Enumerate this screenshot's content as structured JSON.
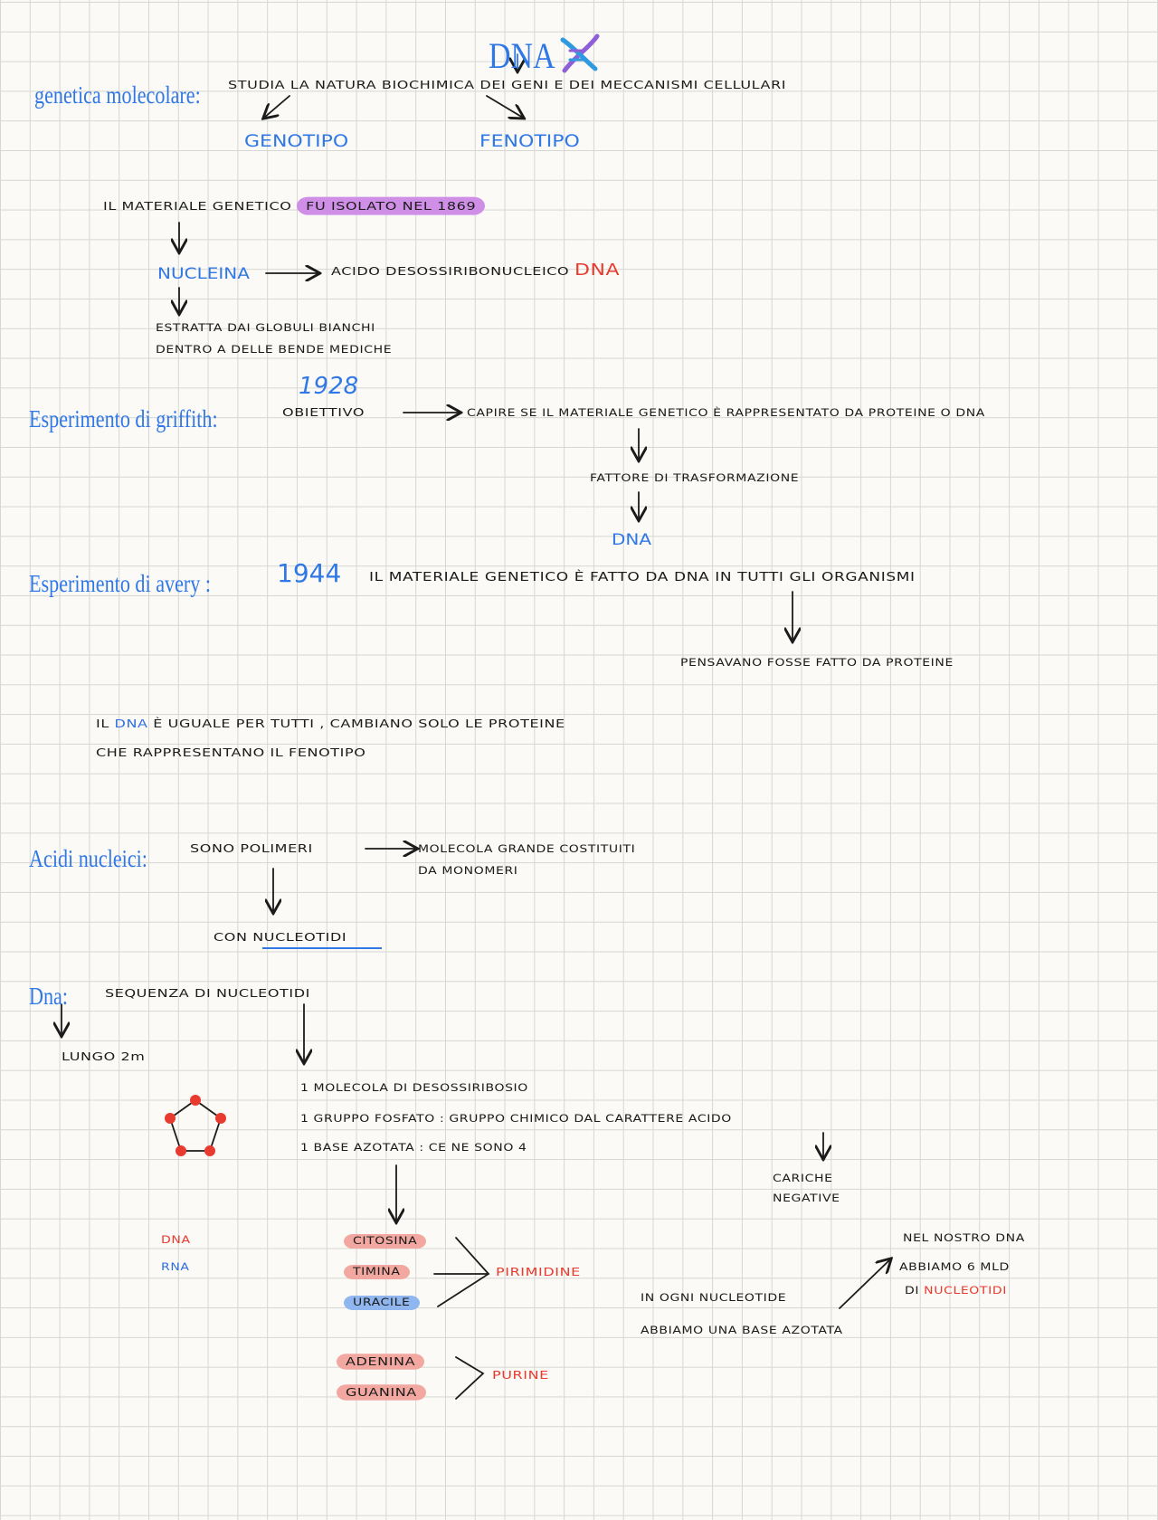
{
  "title": "DNA",
  "genetica": {
    "label": "genetica molecolare:",
    "text": "STUDIA LA NATURA BIOCHIMICA DEI GENI E DEI MECCANISMI CELLULARI",
    "left": "GENOTIPO",
    "right": "FENOTIPO"
  },
  "materiale": {
    "line_prefix": "IL MATERIALE GENETICO",
    "line_highlight": "FU ISOLATO NEL 1869",
    "nucleina": "NUCLEINA",
    "acido": "ACIDO DESOSSIRIBONUCLEICO",
    "acido_red": "DNA",
    "estratta_1": "ESTRATTA DAI GLOBULI BIANCHI",
    "estratta_2": "DENTRO A DELLE BENDE MEDICHE"
  },
  "griffith": {
    "label": "Esperimento di griffith:",
    "year": "1928",
    "obiettivo": "OBIETTIVO",
    "capire": "CAPIRE SE IL MATERIALE GENETICO È RAPPRESENTATO DA PROTEINE O DNA",
    "fattore": "FATTORE DI TRASFORMAZIONE",
    "dna": "DNA"
  },
  "avery": {
    "label": "Esperimento di avery :",
    "year": "1944",
    "text": "IL MATERIALE GENETICO È FATTO DA DNA IN TUTTI GLI ORGANISMI",
    "pensavano": "PENSAVANO FOSSE FATTO DA PROTEINE"
  },
  "uguale": {
    "prefix": "IL",
    "dna": "DNA",
    "rest": "È UGUALE PER TUTTI , CAMBIANO SOLO LE PROTEINE",
    "line2": "CHE RAPPRESENTANO IL FENOTIPO"
  },
  "acidi": {
    "label": "Acidi nucleici:",
    "polimeri": "SONO POLIMERI",
    "molecola_1": "MOLECOLA GRANDE COSTITUITI",
    "molecola_2": "DA MONOMERI",
    "con": "CON",
    "nucleotidi": "NUCLEOTIDI"
  },
  "dna_section": {
    "label": "Dna:",
    "sequenza": "SEQUENZA DI NUCLEOTIDI",
    "lungo": "LUNGO 2m",
    "item1": "1 MOLECOLA DI DESOSSIRIBOSIO",
    "item2": "1 GRUPPO FOSFATO : GRUPPO CHIMICO DAL CARATTERE ACIDO",
    "item3": "1 BASE AZOTATA : CE NE SONO 4",
    "cariche_1": "CARICHE",
    "cariche_2": "NEGATIVE",
    "legend_dna": "DNA",
    "legend_rna": "RNA",
    "bases": [
      "CITOSINA",
      "TIMINA",
      "URACILE",
      "ADENINA",
      "GUANINA"
    ],
    "pirimidine": "PIRIMIDINE",
    "purine": "PURINE",
    "ogni_1": "IN OGNI NUCLEOTIDE",
    "ogni_2": "ABBIAMO UNA BASE AZOTATA",
    "nostro_1": "NEL NOSTRO DNA",
    "nostro_2": "ABBIAMO 6 MLD",
    "nostro_3_prefix": "DI",
    "nostro_3_red": "NUCLEOTIDI"
  },
  "colors": {
    "blue": "#2f78e6",
    "red": "#e83a2e",
    "purple_highlight": "#cf8fe6",
    "pink_highlight": "#f2a8a0",
    "blue_highlight": "#8fb6ee"
  }
}
